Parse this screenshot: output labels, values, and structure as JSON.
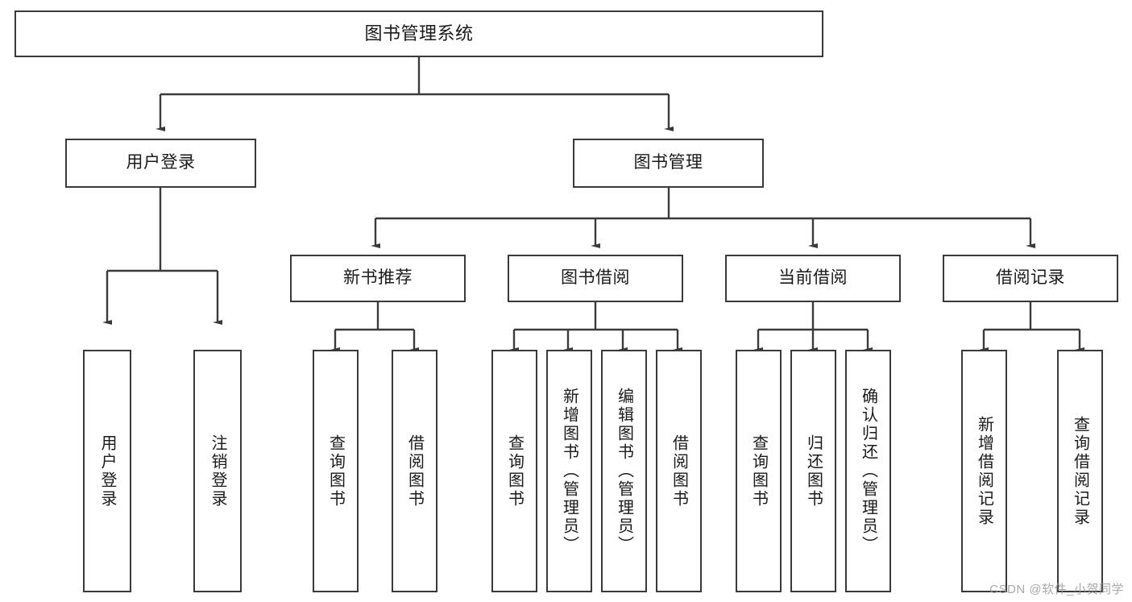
{
  "diagram": {
    "title": "图书管理系统",
    "type": "hierarchy-tree",
    "colors": {
      "box_border": "#3a3a3a",
      "box_fill": "#ffffff",
      "connector": "#3a3a3a",
      "text": "#1a1a1a",
      "watermark": "#9a9a9a",
      "background": "#ffffff"
    },
    "root": {
      "label": "图书管理系统"
    },
    "level1": [
      {
        "label": "用户登录"
      },
      {
        "label": "图书管理"
      }
    ],
    "level2": [
      {
        "label": "新书推荐"
      },
      {
        "label": "图书借阅"
      },
      {
        "label": "当前借阅"
      },
      {
        "label": "借阅记录"
      }
    ],
    "leaves": {
      "user_login": [
        {
          "label": "用户登录"
        },
        {
          "label": "注销登录"
        }
      ],
      "new_book_recommend": [
        {
          "label": "查询图书"
        },
        {
          "label": "借阅图书"
        }
      ],
      "book_borrow": [
        {
          "label": "查询图书"
        },
        {
          "label": "新增图书（管理员）"
        },
        {
          "label": "编辑图书（管理员）"
        },
        {
          "label": "借阅图书"
        }
      ],
      "current_borrow": [
        {
          "label": "查询图书"
        },
        {
          "label": "归还图书"
        },
        {
          "label": "确认归还（管理员）"
        }
      ],
      "borrow_record": [
        {
          "label": "新增借阅记录"
        },
        {
          "label": "查询借阅记录"
        }
      ]
    },
    "watermark": "CSDN @软件_小贺同学"
  }
}
